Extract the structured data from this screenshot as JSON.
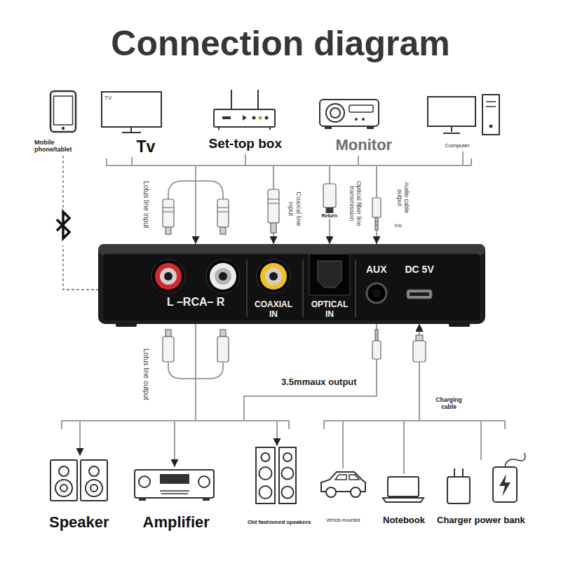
{
  "diagram": {
    "title": "Connection diagram",
    "nodes": [
      {
        "text": [
          "Mobile phone/tablet"
        ]
      },
      {
        "text": [
          "TV",
          "Tv"
        ]
      },
      {
        "text": [
          "Set-top box"
        ]
      },
      {
        "text": [
          "Monitor"
        ]
      },
      {
        "text": [
          "Computer"
        ]
      },
      {
        "text": [
          "L –RCA– R",
          "COAXIAL IN",
          "OPTICAL IN",
          "AUX",
          "DC 5V"
        ]
      },
      {
        "text": [
          "Speaker"
        ]
      },
      {
        "text": [
          "Amplifier"
        ]
      },
      {
        "text": [
          "Old fashioned speakers"
        ]
      },
      {
        "text": [
          "Vehicle-mounted"
        ]
      },
      {
        "text": [
          "Notebook"
        ]
      },
      {
        "text": [
          "Charger power bank"
        ]
      }
    ],
    "edges": [
      {
        "from": 0,
        "to": 5,
        "arrow": "none"
      },
      {
        "from": 1,
        "to": 5,
        "arrow": "to"
      },
      {
        "from": 2,
        "to": 5,
        "arrow": "to"
      },
      {
        "from": 3,
        "to": 5,
        "arrow": "to"
      },
      {
        "from": 4,
        "to": 5,
        "arrow": "to"
      },
      {
        "from": 5,
        "to": 6,
        "arrow": "to"
      },
      {
        "from": 5,
        "to": 7,
        "arrow": "to"
      },
      {
        "from": 5,
        "to": 8,
        "arrow": "to"
      },
      {
        "from": 9,
        "to": 5,
        "arrow": "to"
      },
      {
        "from": 10,
        "to": 5,
        "arrow": "to"
      },
      {
        "from": 11,
        "to": 5,
        "arrow": "to"
      }
    ],
    "labels": [
      "Lotus line input",
      "Coaxial line input",
      "Optical fiber line transmission",
      "Return",
      "Audio cable output",
      "Into",
      "Lotus line output",
      "3.5mmaux output",
      "Charging cable"
    ]
  }
}
